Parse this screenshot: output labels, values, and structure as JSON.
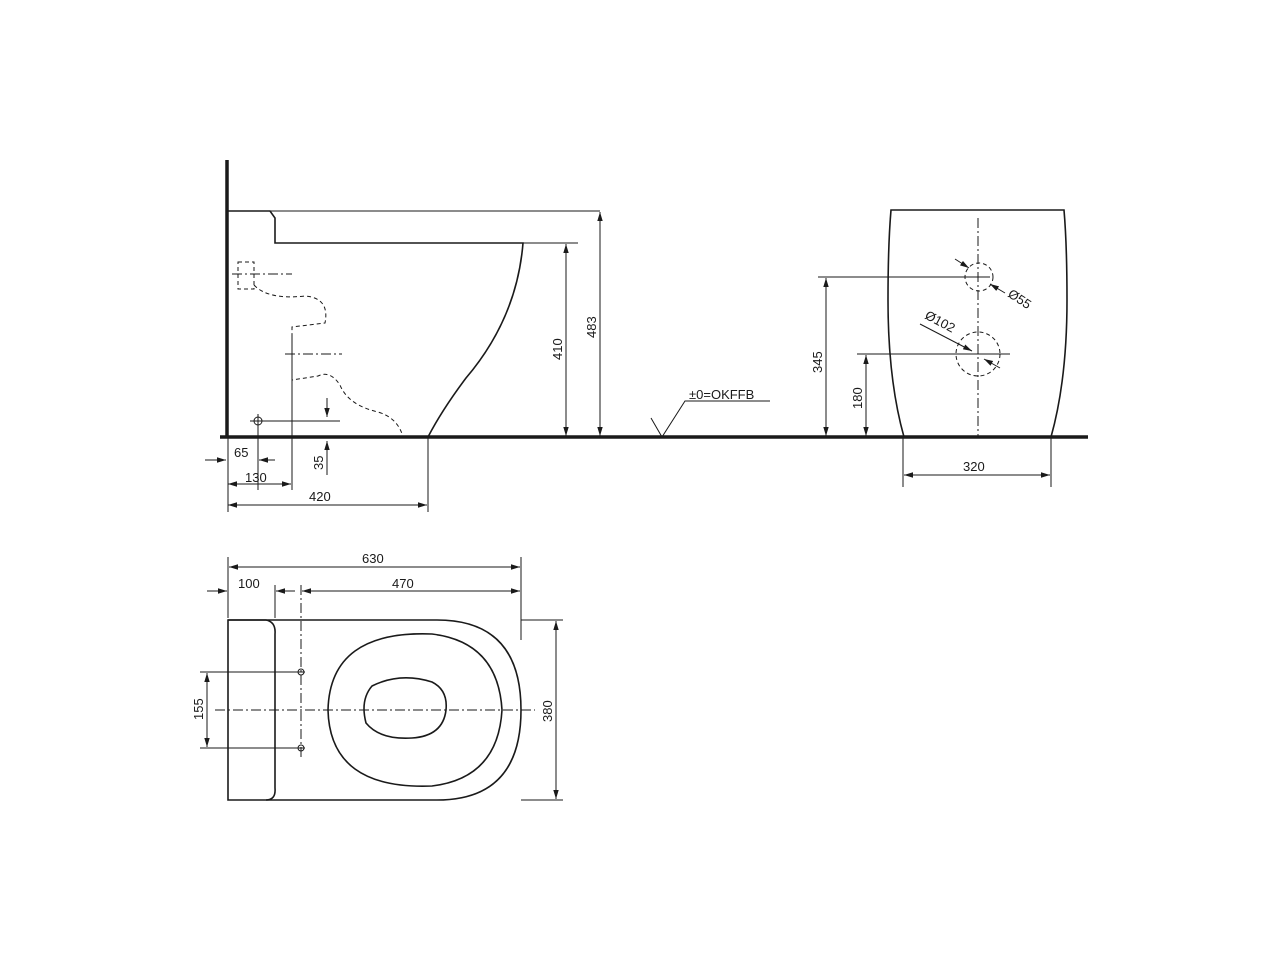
{
  "side_view": {
    "dim_65": "65",
    "dim_130": "130",
    "dim_420": "420",
    "dim_35": "35",
    "dim_410": "410",
    "dim_483": "483",
    "floor_label": "±0=OKFFB"
  },
  "front_view": {
    "dim_345": "345",
    "dim_180": "180",
    "dim_320": "320",
    "dia_55": "Ø55",
    "dia_102": "Ø102"
  },
  "top_view": {
    "dim_630": "630",
    "dim_100": "100",
    "dim_470": "470",
    "dim_155": "155",
    "dim_380": "380"
  }
}
